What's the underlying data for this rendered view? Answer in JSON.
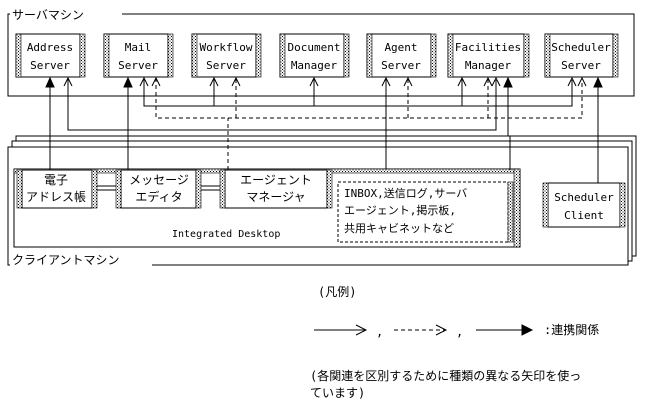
{
  "server_machine_label": "サーバマシン",
  "client_machine_label": "クライアントマシン",
  "servers": [
    {
      "id": "address",
      "lines": [
        "Address",
        "Server"
      ]
    },
    {
      "id": "mail",
      "lines": [
        "Mail",
        "Server"
      ]
    },
    {
      "id": "workflow",
      "lines": [
        "Workflow",
        "Server"
      ]
    },
    {
      "id": "document",
      "lines": [
        "Document",
        "Manager"
      ]
    },
    {
      "id": "agent",
      "lines": [
        "Agent",
        "Server"
      ]
    },
    {
      "id": "facilities",
      "lines": [
        "Facilities",
        "Manager"
      ]
    },
    {
      "id": "scheduler",
      "lines": [
        "Scheduler",
        "Server"
      ]
    }
  ],
  "desktop_modules": [
    {
      "id": "address-book",
      "lines": [
        "電子",
        "アドレス帳"
      ]
    },
    {
      "id": "message-editor",
      "lines": [
        "メッセージ",
        "エディタ"
      ]
    },
    {
      "id": "agent-manager",
      "lines": [
        "エージェント",
        "マネージャ"
      ]
    }
  ],
  "inbox_box_lines": [
    "INBOX,送信ログ,サーバ",
    "エージェント,掲示板,",
    "共用キャビネットなど"
  ],
  "integrated_desktop_label": "Integrated Desktop",
  "scheduler_client_lines": [
    "Scheduler",
    "Client"
  ],
  "legend": {
    "title": "(凡例)",
    "separator": ",",
    "relation_label": ":連携関係",
    "note_lines": [
      "(各関連を区別するために種類の異なる矢印を使っ",
      "ています)"
    ]
  }
}
